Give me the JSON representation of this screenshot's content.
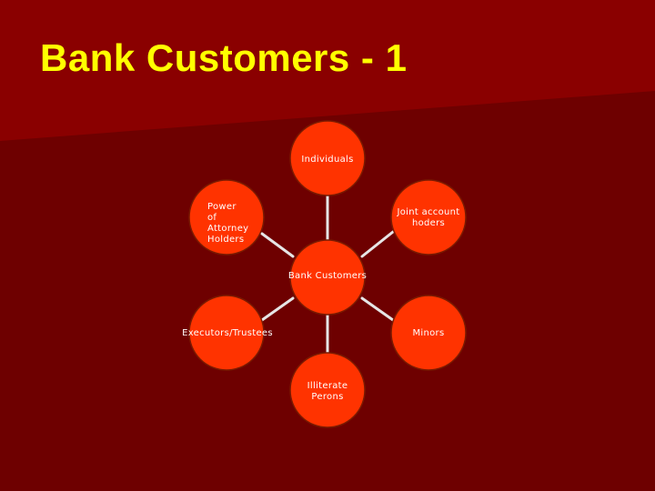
{
  "slide": {
    "title": "Bank Customers - 1",
    "background_color": "#6e0000",
    "title_color": "#ffff00"
  },
  "diagram": {
    "node_fill": "#ff3300",
    "node_stroke": "#7a1a00",
    "connector_color": "#e6e6e6",
    "center": {
      "id": "center",
      "label": "Bank Customers"
    },
    "nodes": [
      {
        "id": "individuals",
        "label": "Individuals"
      },
      {
        "id": "joint",
        "label": "Joint account\nhoders"
      },
      {
        "id": "minors",
        "label": "Minors"
      },
      {
        "id": "illiterate",
        "label": "Illiterate\nPerons"
      },
      {
        "id": "executors",
        "label": "Executors/Trustees"
      },
      {
        "id": "power",
        "label": "Power of\nAttorney\nHolders"
      }
    ]
  }
}
